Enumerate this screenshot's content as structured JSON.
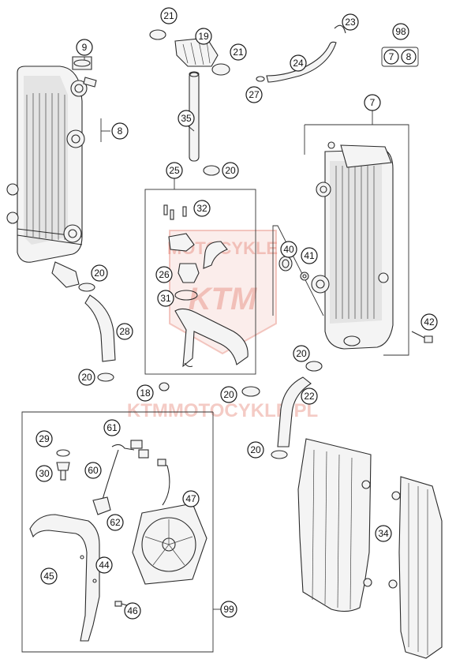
{
  "callouts": {
    "c9": "9",
    "c8": "8",
    "c21a": "21",
    "c19": "19",
    "c21b": "21",
    "c23": "23",
    "c98": "98",
    "c7a": "7",
    "c8b": "8",
    "c24": "24",
    "c27": "27",
    "c35": "35",
    "c7": "7",
    "c25": "25",
    "c20a": "20",
    "c32": "32",
    "c40": "40",
    "c41": "41",
    "c26": "26",
    "c31": "31",
    "c42": "42",
    "c20b": "20",
    "c28": "28",
    "c20c": "20",
    "c20d": "20",
    "c18": "18",
    "c20e": "20",
    "c22": "22",
    "c61": "61",
    "c29": "29",
    "c60": "60",
    "c30": "30",
    "c20f": "20",
    "c47": "47",
    "c62": "62",
    "c34": "34",
    "c45": "45",
    "c44": "44",
    "c46": "46",
    "c99": "99"
  },
  "watermark": {
    "logo_text": "KTM",
    "shield_text": "MOTOCYKLE",
    "site_text": "KTMMOTOCYKLE.PL"
  },
  "colors": {
    "line": "#2a2a2a",
    "watermark": "#e06a5a",
    "background": "#ffffff"
  }
}
